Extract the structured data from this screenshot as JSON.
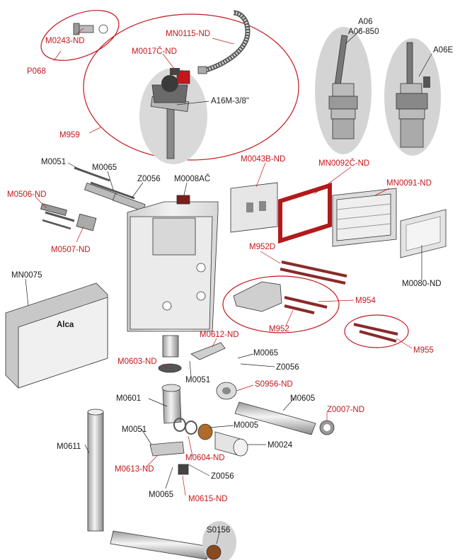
{
  "colors": {
    "highlight": "#c4161c",
    "label": "#1a1a1a",
    "ring": "#c4161c",
    "grey_ellipse": "#d4d4d4"
  },
  "brand_logo": "Alca",
  "labels": {
    "M0243_ND": "M0243-ND",
    "P068": "P068",
    "MN0115_ND": "MN0115-ND",
    "M0017C_ND": "M0017Č-ND",
    "A16M": "A16M-3/8\"",
    "M959": "M959",
    "A06": "A06",
    "A06_850": "A06-850",
    "A06E": "A06E",
    "M0051_a": "M0051",
    "M0065_a": "M0065",
    "Z0056_a": "Z0056",
    "M0008AC": "M0008AČ",
    "M0043B_ND": "M0043B-ND",
    "MN0092C_ND": "MN0092Č-ND",
    "MN0091_ND": "MN0091-ND",
    "M0506_ND": "M0506-ND",
    "M0507_ND": "M0507-ND",
    "MN0075": "MN0075",
    "M952D": "M952D",
    "M0080_ND": "M0080-ND",
    "M954": "M954",
    "M952": "M952",
    "M955": "M955",
    "M0612_ND": "M0612-ND",
    "M0065_b": "M0065",
    "M0603_ND": "M0603-ND",
    "M0051_b": "M0051",
    "Z0056_b": "Z0056",
    "S0956_ND": "S0956-ND",
    "M0601": "M0601",
    "M0605": "M0605",
    "Z0007_ND": "Z0007-ND",
    "M0005": "M0005",
    "M0051_c": "M0051",
    "M0611": "M0611",
    "M0024": "M0024",
    "M0604_ND": "M0604-ND",
    "M0613_ND": "M0613-ND",
    "Z0056_c": "Z0056",
    "M0065_c": "M0065",
    "M0615_ND": "M0615-ND",
    "S0156": "S0156"
  }
}
